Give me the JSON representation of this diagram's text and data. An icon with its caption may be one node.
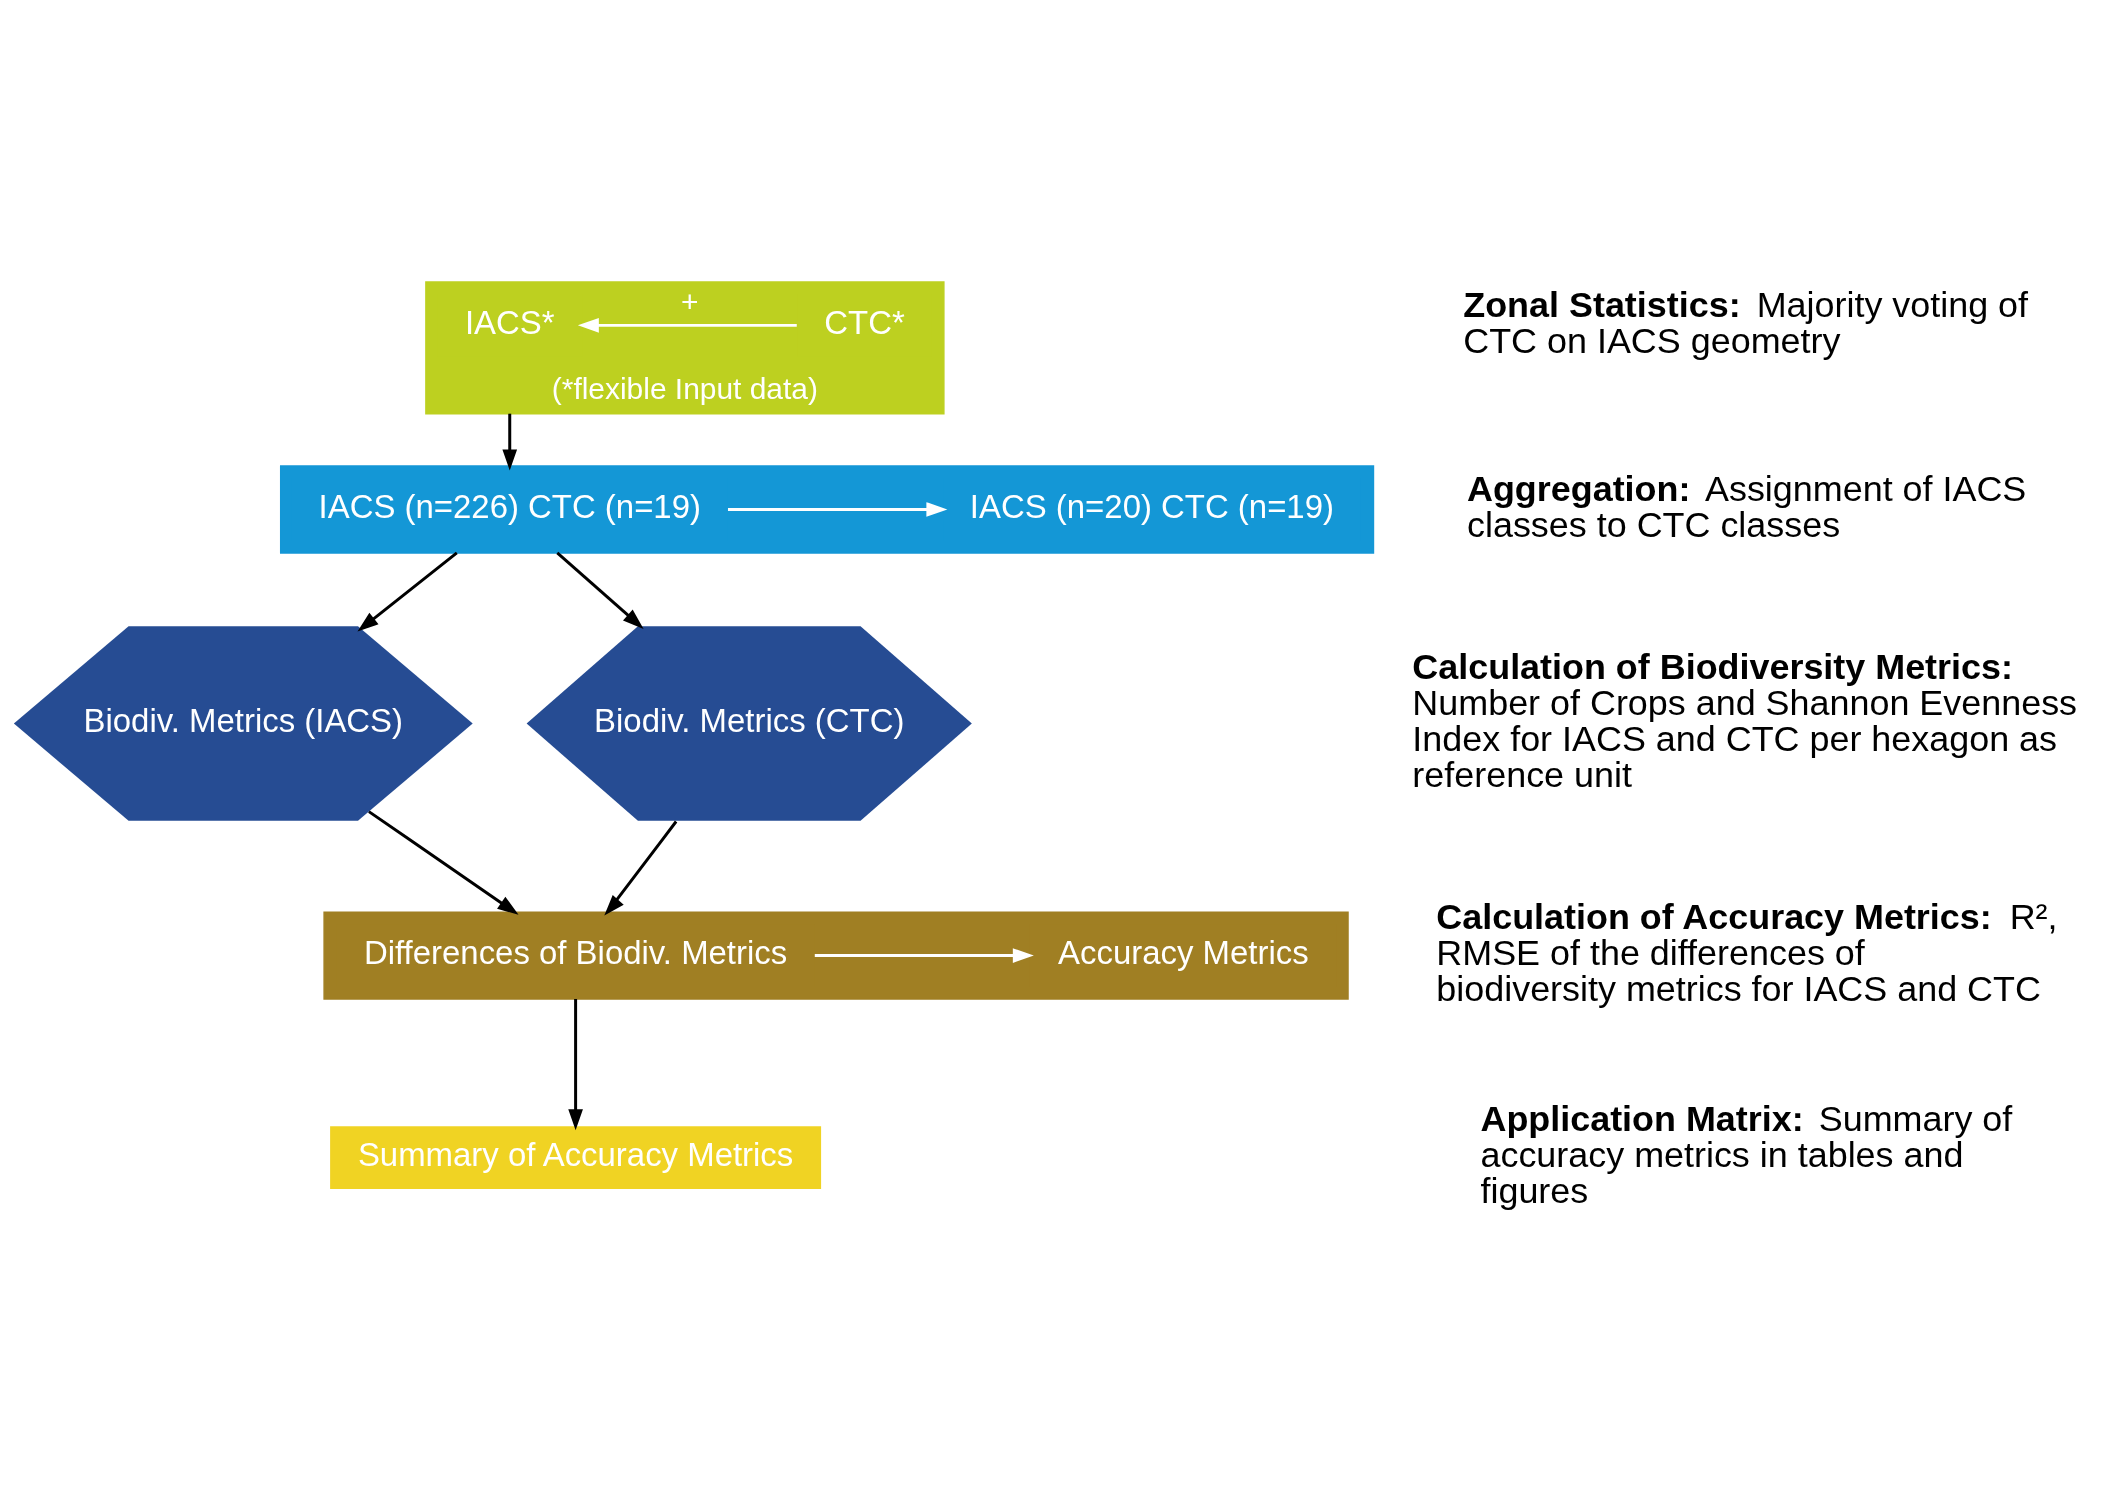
{
  "diagram": {
    "nodes": [
      {
        "text": [
          "(*flexible Input data)"
        ]
      },
      {
        "text": [
          "IACS*"
        ],
        "in": 0
      },
      {
        "text": [
          "CTC*"
        ],
        "in": 0
      },
      {
        "text": [],
        "shape": "box"
      },
      {
        "text": [
          "IACS (n=226) CTC (n=19)"
        ],
        "in": 3
      },
      {
        "text": [
          "IACS (n=20) CTC (n=19)"
        ],
        "in": 3
      },
      {
        "text": [
          "Biodiv. Metrics (IACS)"
        ]
      },
      {
        "text": [
          "Biodiv. Metrics (CTC)"
        ]
      },
      {
        "text": [],
        "shape": "box"
      },
      {
        "text": [
          "Differences of Biodiv. Metrics"
        ],
        "in": 8
      },
      {
        "text": [
          "Accuracy Metrics"
        ],
        "in": 8
      },
      {
        "text": [
          "Summary of Accuracy Metrics"
        ]
      }
    ],
    "edges": [
      {
        "from": 2,
        "to": 1,
        "arrow": "to",
        "label": "+",
        "color": "#ffffff"
      },
      {
        "from": 0,
        "to": 3,
        "arrow": "to"
      },
      {
        "from": 4,
        "to": 5,
        "arrow": "to",
        "color": "#ffffff"
      },
      {
        "from": 3,
        "to": 6,
        "arrow": "to"
      },
      {
        "from": 3,
        "to": 7,
        "arrow": "to"
      },
      {
        "from": 6,
        "to": 8,
        "arrow": "to"
      },
      {
        "from": 7,
        "to": 8,
        "arrow": "to"
      },
      {
        "from": 9,
        "to": 10,
        "arrow": "to",
        "color": "#ffffff"
      },
      {
        "from": 8,
        "to": 11,
        "arrow": "to"
      }
    ],
    "labels": [
      "**Zonal Statistics:** Majority voting of CTC on IACS geometry",
      "**Aggregation:** Assignment of IACS classes to CTC classes",
      "**Calculation of Biodiversity Metrics:** Number of Crops and Shannon Evenness Index for IACS and CTC per hexagon as reference unit",
      "**Calculation of Accuracy Metrics:** R², RMSE of the differences of biodiversity metrics for IACS and CTC",
      "**Application Matrix:** Summary of accuracy metrics in tables and figures"
    ]
  }
}
